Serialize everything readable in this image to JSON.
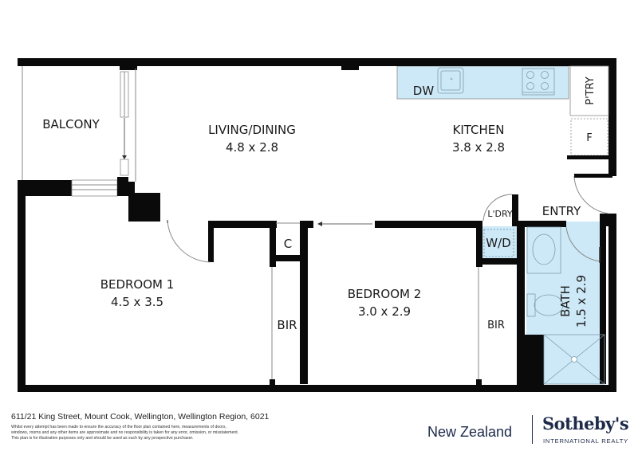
{
  "floorplan": {
    "rooms": {
      "balcony": {
        "label": "BALCONY"
      },
      "living": {
        "label": "LIVING/DINING",
        "dims": "4.8 x 2.8"
      },
      "kitchen": {
        "label": "KITCHEN",
        "dims": "3.8 x 2.8"
      },
      "bedroom1": {
        "label": "BEDROOM 1",
        "dims": "4.5 x 3.5"
      },
      "bedroom2": {
        "label": "BEDROOM 2",
        "dims": "3.0 x 2.9"
      },
      "bath": {
        "label": "BATH",
        "dims": "1.5 x 2.9"
      },
      "entry": {
        "label": "ENTRY"
      },
      "laundry": {
        "label": "L'DRY"
      },
      "washer_dryer": {
        "label": "W/D"
      },
      "pantry": {
        "label": "P'TRY"
      },
      "fridge": {
        "label": "F"
      },
      "dishwasher": {
        "label": "DW"
      },
      "cupboard": {
        "label": "C"
      },
      "bir1": {
        "label": "BIR"
      },
      "bir2": {
        "label": "BIR"
      }
    },
    "colors": {
      "wall": "#0a0a0a",
      "wet_area": "#cde9f7",
      "fixture_line": "#8a8a8a"
    }
  },
  "footer": {
    "address": "611/21 King Street, Mount Cook, Wellington, Wellington Region, 6021",
    "disclaimer": [
      "Whilst every attempt has been made to ensure the accuracy of the floor plan contained here, measurements of doors,",
      "windows, rooms and any other items are approximate and no responsibility is taken for any error, omission, or misstatement.",
      "This plan is for illustrative purposes only and should be used as such by any prospective purchaser."
    ],
    "region": "New Zealand",
    "brand": "Sotheby's",
    "brand_sub": "INTERNATIONAL REALTY",
    "brand_color": "#1d2a4a"
  }
}
